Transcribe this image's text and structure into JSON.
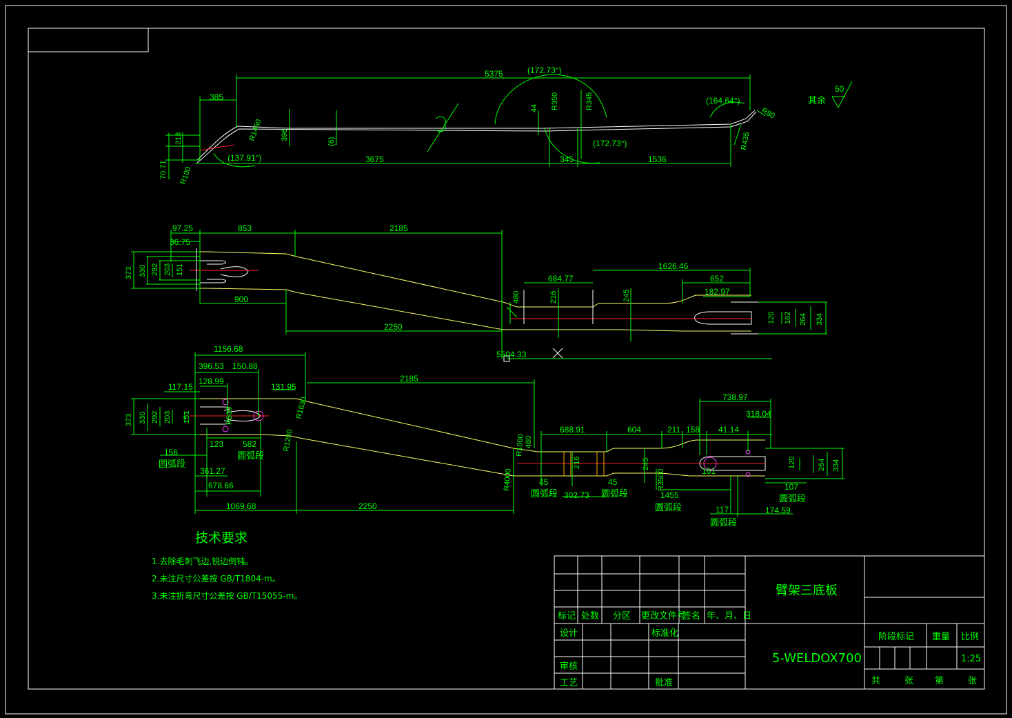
{
  "top_view": {
    "dims": {
      "d5375": "5375",
      "a17273_top": "(172.73°)",
      "d385": "385",
      "r350": "R350",
      "r345": "R345",
      "d44": "44",
      "a16464": "(164.64°)",
      "r80": "R80",
      "d213": "213",
      "r1450": "R1450",
      "d396": "396",
      "paren6": "(6)",
      "r435": "R435",
      "d7071": "70.71",
      "r100": "R100",
      "a13791": "(137.91°)",
      "d3675": "3675",
      "d345": "345",
      "a17273_bot": "(172.73°)",
      "d1536": "1536"
    },
    "roughness": {
      "label": "其余",
      "value": "50"
    }
  },
  "middle_view": {
    "dims": {
      "d9725": "97.25",
      "d853": "853",
      "d2185": "2185",
      "d3675b": "36.75",
      "d373": "373",
      "d330": "330",
      "d292": "292",
      "d203": "203",
      "d151": "151",
      "d162646": "1626.46",
      "d68477": "684.77",
      "d652": "652",
      "d480": "480",
      "d216": "216",
      "d245": "245",
      "d18297": "182.97",
      "d900": "900",
      "d120": "120",
      "d162": "162",
      "d264": "264",
      "d334": "334",
      "d2250": "2250",
      "d550433": "5504.33"
    }
  },
  "bottom_view": {
    "dims": {
      "d115668": "1156.68",
      "d39653": "396.53",
      "d15088": "150.88",
      "d11715": "117.15",
      "d12899": "128.99",
      "d13195": "131.95",
      "d2185": "2185",
      "d373": "373",
      "d330": "330",
      "d292": "292",
      "d203": "203",
      "d151": "151",
      "r500": "R500",
      "r1630": "R1630",
      "d73897": "738.97",
      "d31804": "318.04",
      "d123": "123",
      "d582": "582",
      "d156": "156",
      "arc1": "圆弧段",
      "arc2": "圆弧段",
      "r1200": "R1200",
      "r1000": "R1000",
      "d480": "480",
      "d68891": "688.91",
      "d604": "604",
      "d211": "211",
      "d158": "158",
      "d4114": "41.14",
      "d36127": "361.27",
      "d216": "216",
      "d245": "245",
      "r3500": "R3500",
      "d161": "161",
      "d120": "120",
      "d264": "264",
      "d334": "334",
      "d67866": "678.66",
      "r4000": "R4000",
      "d45a": "45",
      "d45b": "45",
      "d1455": "1455",
      "d107": "107",
      "arc3": "圆弧段",
      "d30273": "302.73",
      "arc4": "圆弧段",
      "arc5": "圆弧段",
      "arc6": "圆弧段",
      "d106968": "1069.68",
      "d2250": "2250",
      "d117": "117",
      "d17459": "174.59",
      "arc7": "圆弧段"
    }
  },
  "notes": {
    "title": "技术要求",
    "items": [
      "1.去除毛刺飞边,锐边倒钝。",
      "2.未注尺寸公差按 GB/T1804-m。",
      "3.未注折弯尺寸公差按 GB/T15055-m。"
    ]
  },
  "title_block": {
    "part_name": "臂架三底板",
    "material": "5-WELDOX700",
    "headers": [
      "标记",
      "处数",
      "分区",
      "更改文件号",
      "签名",
      "年、月、日"
    ],
    "design": "设计",
    "standard": "标准化",
    "review": "审核",
    "process": "工艺",
    "approve": "批准",
    "stage_mark": "阶段标记",
    "weight": "重量",
    "scale_label": "比例",
    "scale": "1:25",
    "total": "共",
    "sheets": "张",
    "sheet_no": "第",
    "sheets2": "张"
  }
}
